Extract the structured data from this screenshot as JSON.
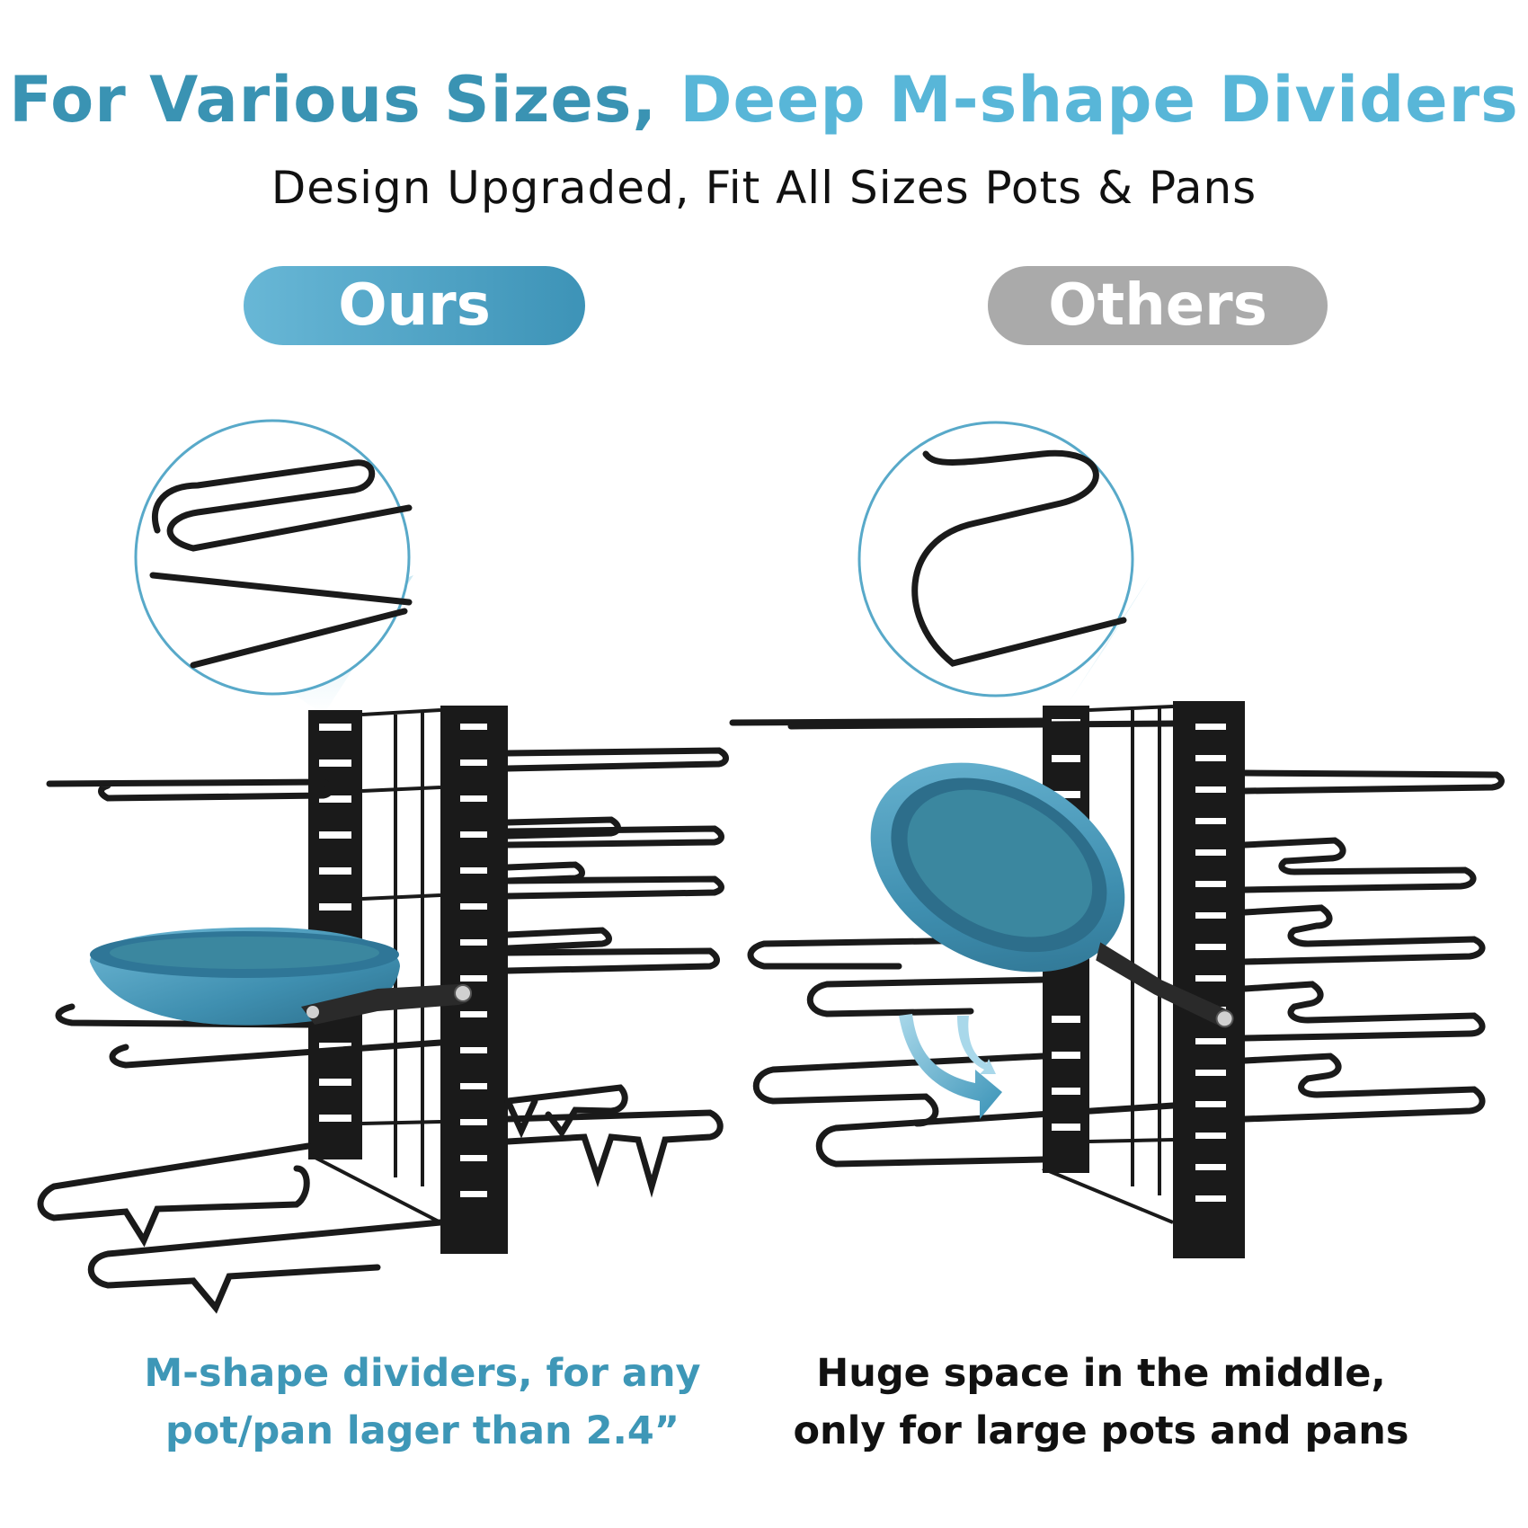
{
  "header": {
    "title_part1": "For Various Sizes,",
    "title_part2": "Deep M-shape Dividers",
    "subtitle": "Design Upgraded, Fit All Sizes Pots & Pans"
  },
  "comparison": {
    "ours": {
      "label": "Ours",
      "caption_line1": "M-shape dividers, for any",
      "caption_line2": "pot/pan lager than 2.4”"
    },
    "others": {
      "label": "Others",
      "caption_line1": "Huge space in the middle,",
      "caption_line2": "only for large pots and pans"
    }
  },
  "colors": {
    "accent_dark": "#3a93b3",
    "accent_light": "#58b6d8",
    "pan_blue": "#4a9ab8",
    "others_gray": "#aaaaaa",
    "rack_black": "#1a1a1a"
  }
}
